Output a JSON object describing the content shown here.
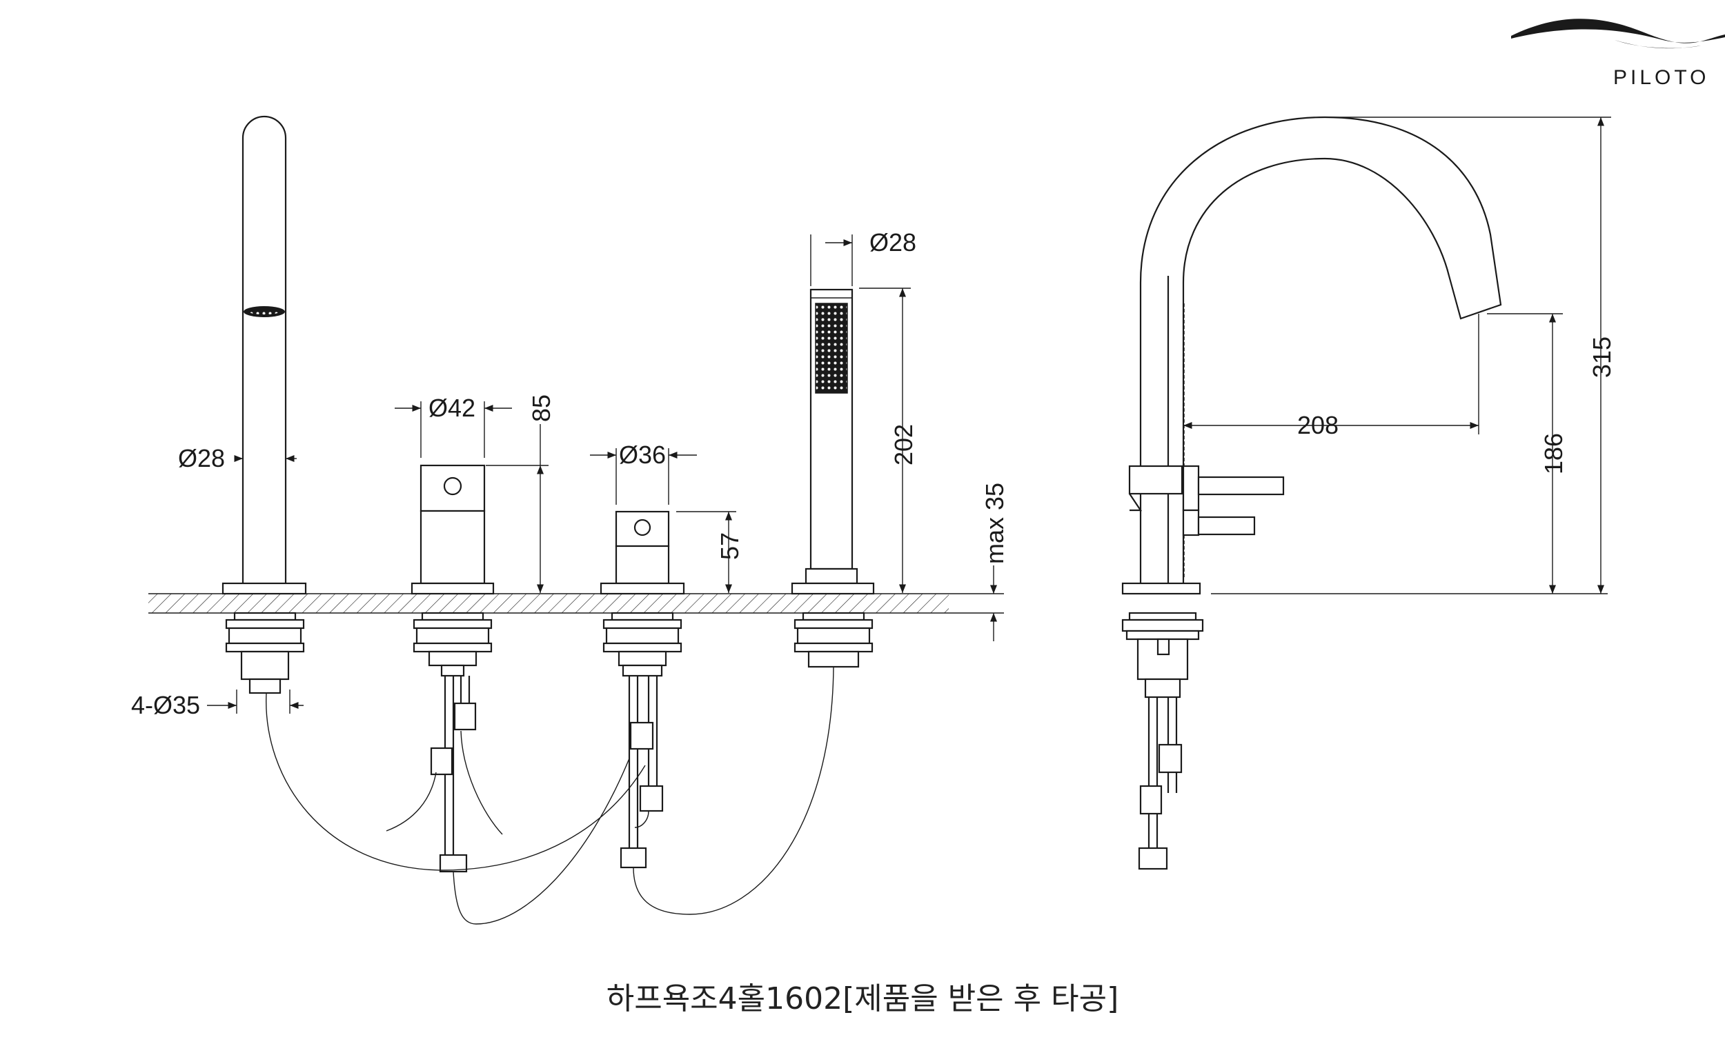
{
  "brand": {
    "name": "PILOTO"
  },
  "dimensions": {
    "spout_dia": "Ø28",
    "mounting_holes": "4-Ø35",
    "handle1_dia": "Ø42",
    "handle1_height": "85",
    "handle2_dia": "Ø36",
    "handle2_height": "57",
    "shower_dia": "Ø28",
    "shower_height": "202",
    "deck_thickness": "max 35",
    "spout_reach": "208",
    "spout_outlet_height": "186",
    "total_height": "315"
  },
  "caption": "하프욕조4홀1602[제품을 받은 후 타공]"
}
